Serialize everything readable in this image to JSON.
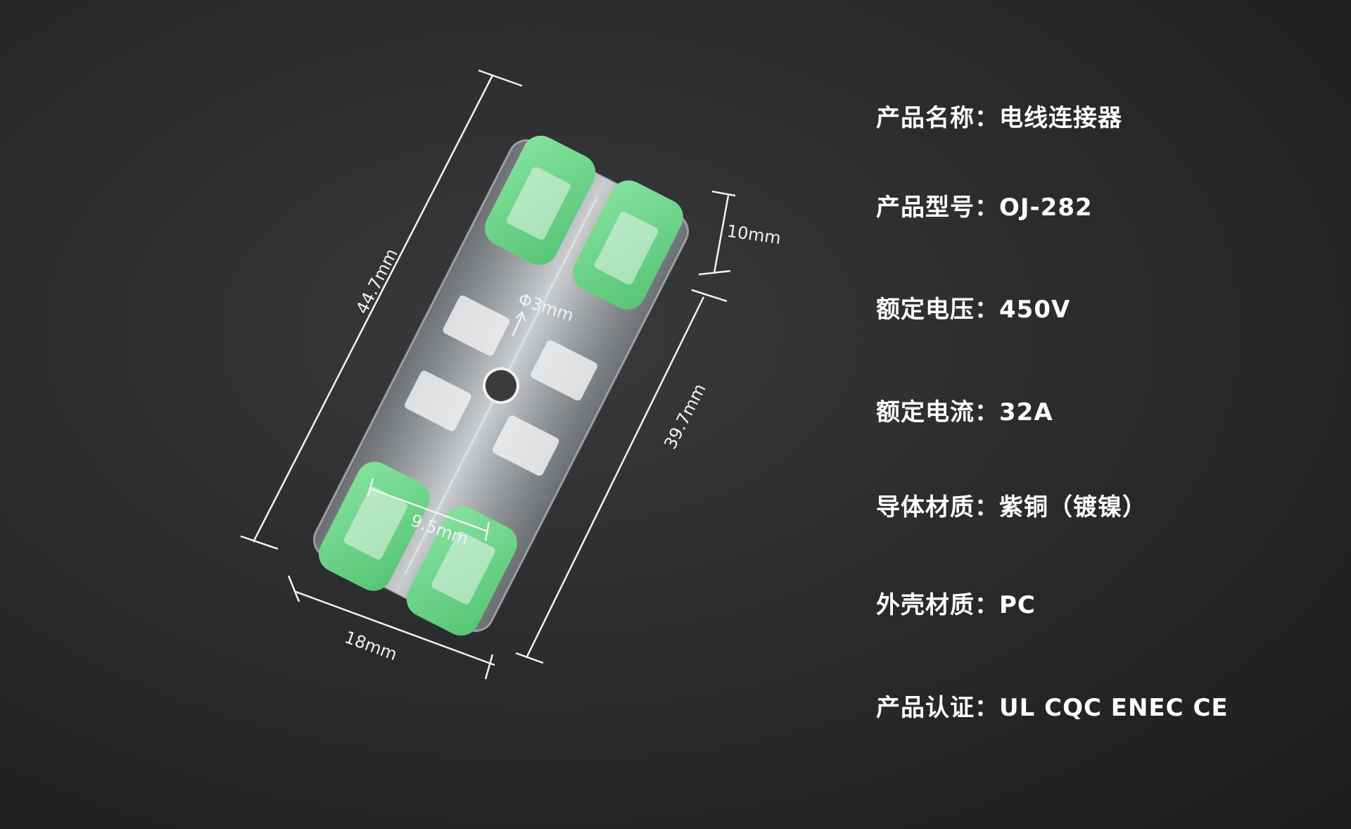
{
  "product": {
    "specs": [
      {
        "label": "产品名称：",
        "value": "电线连接器"
      },
      {
        "label": "产品型号：",
        "value": "OJ-282"
      },
      {
        "label": "额定电压：",
        "value": "450V"
      },
      {
        "label": "额定电流：",
        "value": "32A"
      },
      {
        "label": "导体材质：",
        "value": "紫铜（镀镍）"
      },
      {
        "label": "外壳材质：",
        "value": "PC"
      },
      {
        "label": "产品认证：",
        "value": "UL CQC ENEC CE"
      }
    ]
  },
  "dimensions": {
    "overall_length": "44.7mm",
    "body_length": "39.7mm",
    "lever_length": "10mm",
    "hole_diameter": "Φ3mm",
    "pitch": "9.5mm",
    "width": "18mm"
  },
  "colors": {
    "background": "#2c2c2e",
    "lever_green": "#6fd88e",
    "housing": "#d9dde0",
    "text": "#ffffff"
  }
}
